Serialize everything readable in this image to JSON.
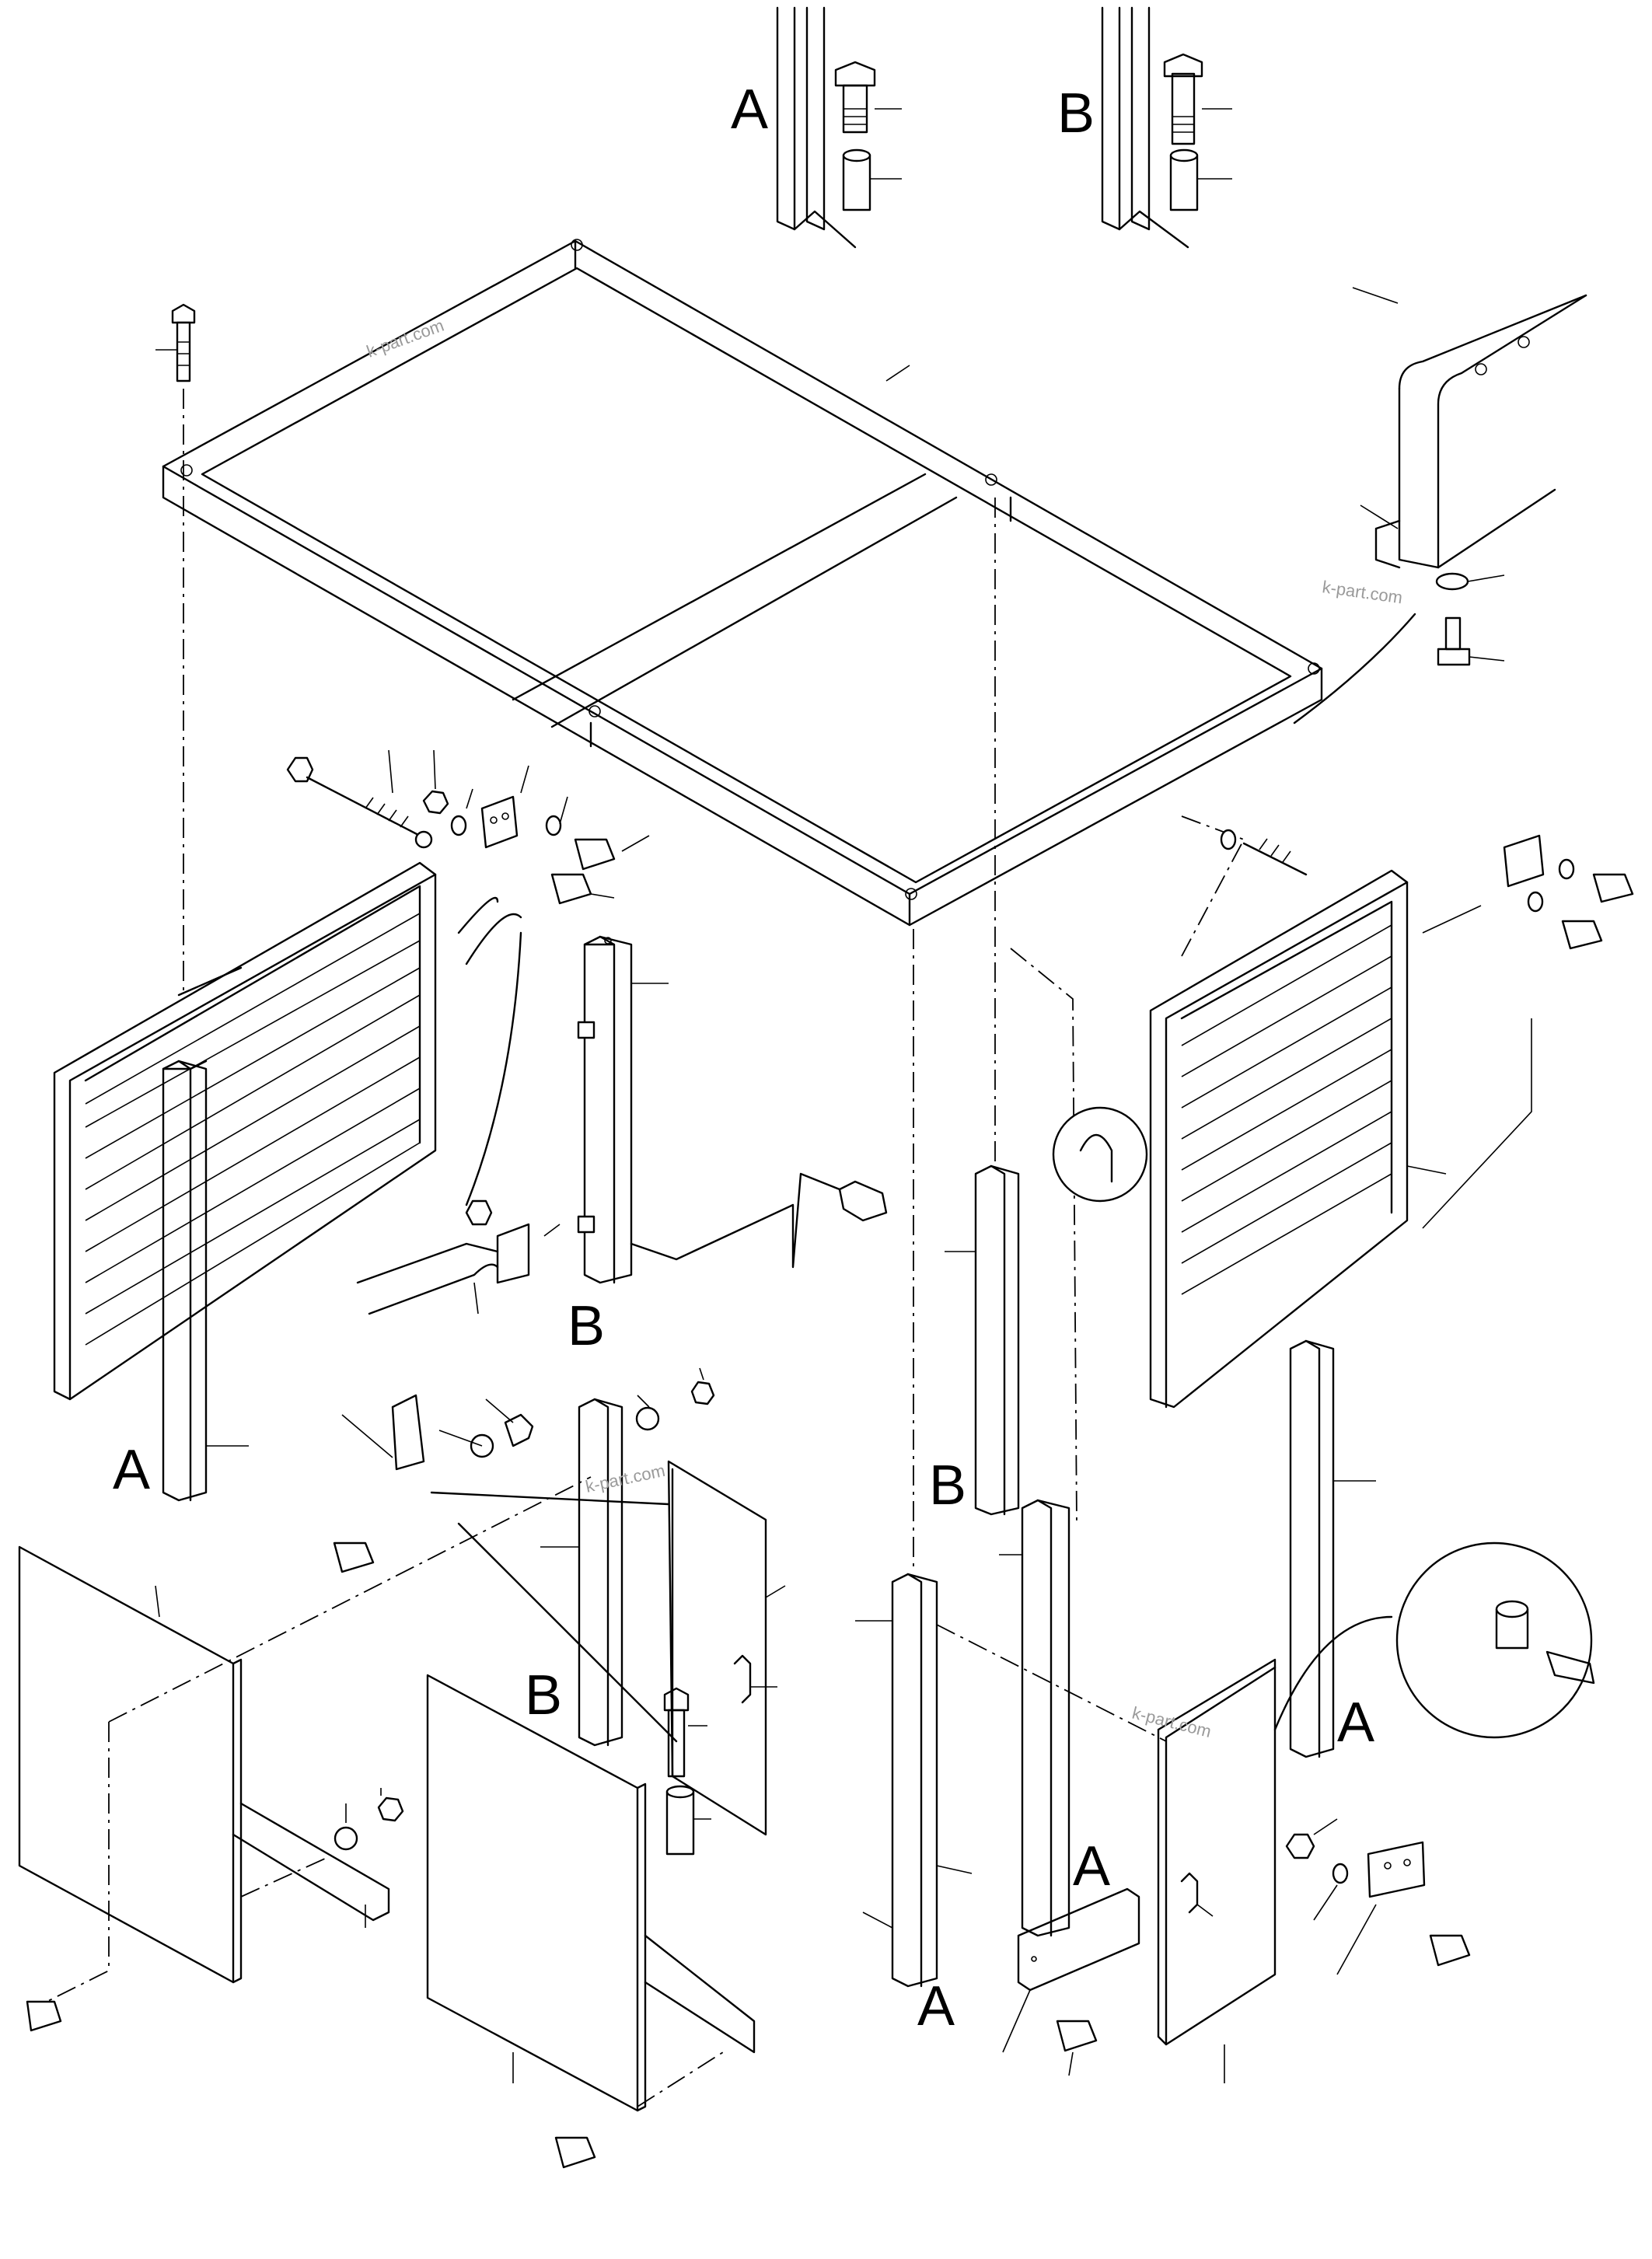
{
  "labels": {
    "a_top": "A",
    "b_top": "B",
    "b_left_post": "B",
    "a_left_post": "A",
    "b_center_post": "B",
    "b_lower_post": "B",
    "a_right_post": "A",
    "a_center_lower": "A",
    "a_bottom_post": "A"
  },
  "watermarks": {
    "frame": "k-part.com",
    "bracket": "k-part.com",
    "door": "k-part.com",
    "right_door": "k-part.com"
  }
}
